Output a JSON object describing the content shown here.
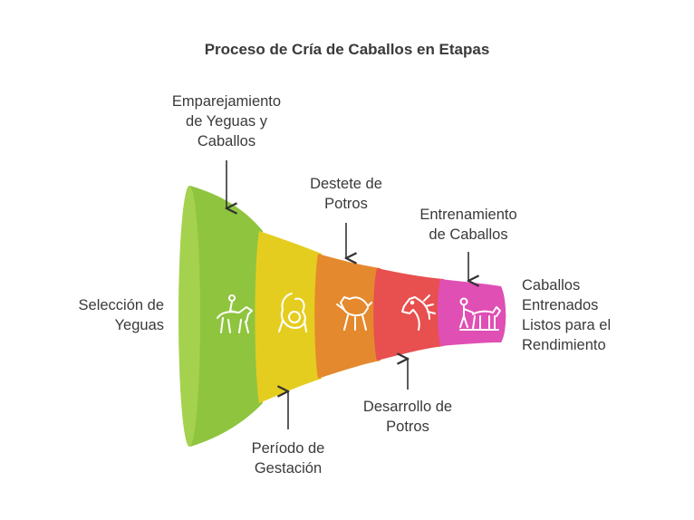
{
  "title": "Proceso de Cría de Caballos en Etapas",
  "stages": [
    {
      "id": "seleccion",
      "lines": [
        "Selección de",
        "Yeguas"
      ],
      "color": "#8fc43f",
      "icon": "mare-icon"
    },
    {
      "id": "emparejamiento",
      "lines": [
        "Emparejamiento",
        "de Yeguas y",
        "Caballos"
      ],
      "color": "#9ac93b",
      "icon": "horse-rider-icon"
    },
    {
      "id": "gestacion",
      "lines": [
        "Período de",
        "Gestación"
      ],
      "color": "#e5cd1f",
      "icon": "pregnant-mare-icon"
    },
    {
      "id": "destete",
      "lines": [
        "Destete de",
        "Potros"
      ],
      "color": "#e5892e",
      "icon": "rearing-foal-icon"
    },
    {
      "id": "desarrollo",
      "lines": [
        "Desarrollo de",
        "Potros"
      ],
      "color": "#e84f4f",
      "icon": "horse-head-icon"
    },
    {
      "id": "entrenamiento",
      "lines": [
        "Entrenamiento",
        "de Caballos"
      ],
      "color": "#df4fb4",
      "icon": "trainer-horse-icon"
    },
    {
      "id": "resultado",
      "lines": [
        "Caballos",
        "Entrenados",
        "Listos para el",
        "Rendimiento"
      ]
    }
  ]
}
